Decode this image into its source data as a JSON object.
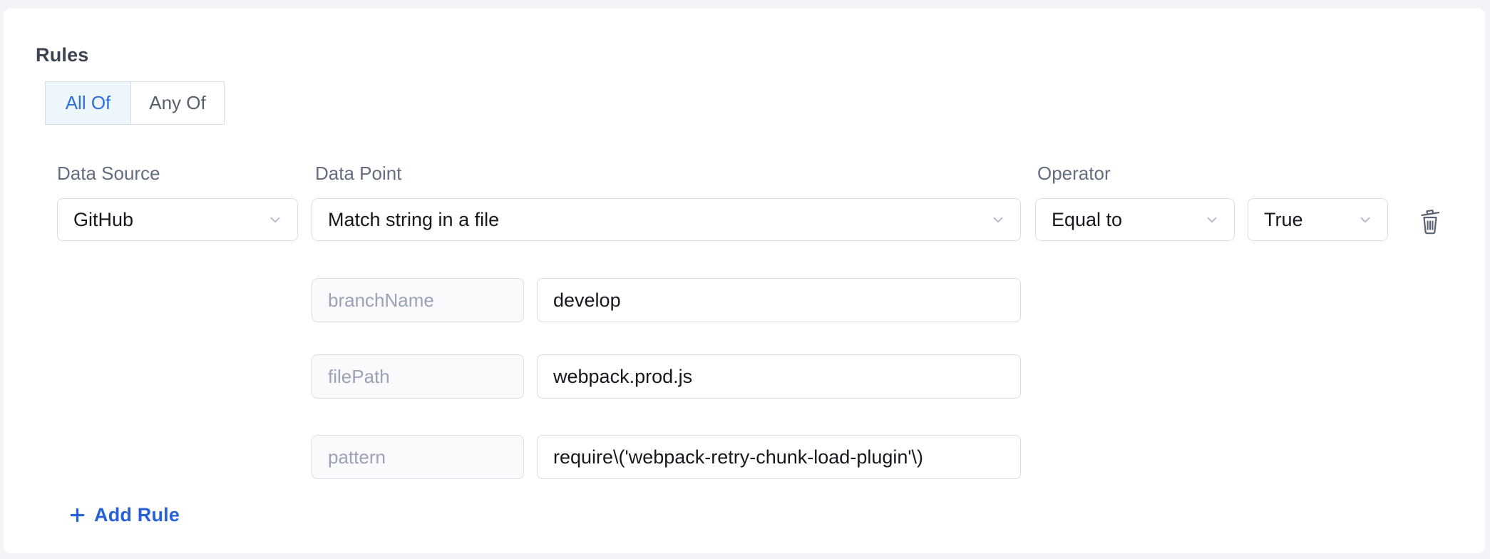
{
  "rules": {
    "heading": "Rules",
    "match_mode": {
      "options": [
        {
          "label": "All Of",
          "selected": true
        },
        {
          "label": "Any Of",
          "selected": false
        }
      ]
    },
    "rule": {
      "data_source": {
        "label": "Data Source",
        "value": "GitHub"
      },
      "data_point": {
        "label": "Data Point",
        "value": "Match string in a file"
      },
      "operator": {
        "label": "Operator",
        "value": "Equal to"
      },
      "operand": {
        "value": "True"
      },
      "params": [
        {
          "key": "branchName",
          "value": "develop"
        },
        {
          "key": "filePath",
          "value": "webpack.prod.js"
        },
        {
          "key": "pattern",
          "value": "require\\('webpack-retry-chunk-load-plugin'\\)"
        }
      ]
    },
    "add_rule_label": "Add Rule"
  },
  "icons": {
    "dropdown": "chevron-down-icon",
    "delete": "trash-icon",
    "add": "plus-icon"
  },
  "colors": {
    "accent_blue": "#2e6fd9",
    "selected_toggle_bg": "#ecf6fb",
    "field_border": "#d9dce4",
    "label_gray": "#636d80",
    "param_key_gray": "#9ca2b6",
    "text_dark": "#15181e",
    "icon_gray": "#5d6372",
    "page_bg": "#f2f4f8",
    "card_bg": "#ffffff"
  }
}
